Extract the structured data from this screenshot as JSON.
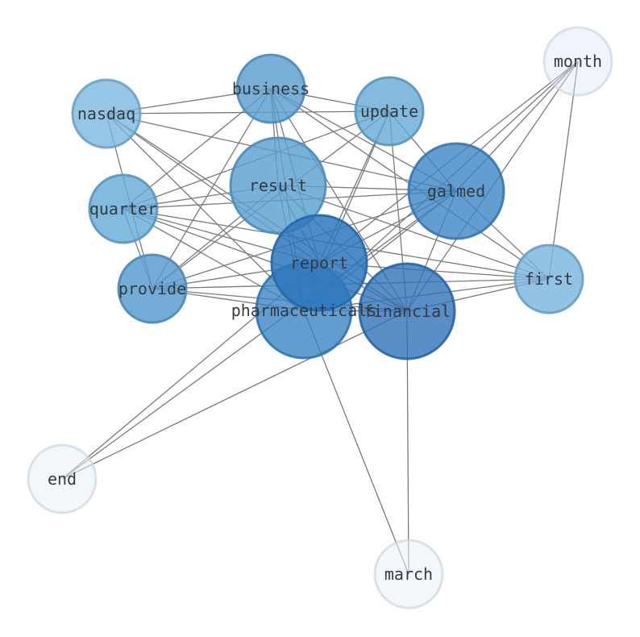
{
  "graph": {
    "nodes": [
      {
        "id": "month",
        "label": "month",
        "color": "#dce8f6",
        "opacity": 0.45
      },
      {
        "id": "business",
        "label": "business",
        "color": "#5a9fd0",
        "opacity": 0.82
      },
      {
        "id": "nasdaq",
        "label": "nasdaq",
        "color": "#7ab5de",
        "opacity": 0.78
      },
      {
        "id": "update",
        "label": "update",
        "color": "#67a9d7",
        "opacity": 0.8
      },
      {
        "id": "result",
        "label": "result",
        "color": "#5aa0d1",
        "opacity": 0.82
      },
      {
        "id": "galmed",
        "label": "galmed",
        "color": "#3d86c5",
        "opacity": 0.8
      },
      {
        "id": "quarter",
        "label": "quarter",
        "color": "#68abd8",
        "opacity": 0.82
      },
      {
        "id": "report",
        "label": "report",
        "color": "#2e77bd",
        "opacity": 0.85
      },
      {
        "id": "first",
        "label": "first",
        "color": "#7ab5de",
        "opacity": 0.82
      },
      {
        "id": "provide",
        "label": "provide",
        "color": "#5a9fd0",
        "opacity": 0.85
      },
      {
        "id": "pharmaceuticals",
        "label": "pharmaceuticals",
        "color": "#3681c3",
        "opacity": 0.78
      },
      {
        "id": "financial",
        "label": "financial",
        "color": "#2f72b8",
        "opacity": 0.8
      },
      {
        "id": "end",
        "label": "end",
        "color": "#e8f1fa",
        "opacity": 0.55
      },
      {
        "id": "march",
        "label": "march",
        "color": "#e8f1fa",
        "opacity": 0.55
      }
    ],
    "edges": [
      [
        "month",
        "galmed"
      ],
      [
        "month",
        "report"
      ],
      [
        "month",
        "financial"
      ],
      [
        "month",
        "pharmaceuticals"
      ],
      [
        "month",
        "first"
      ],
      [
        "business",
        "nasdaq"
      ],
      [
        "business",
        "update"
      ],
      [
        "business",
        "result"
      ],
      [
        "business",
        "galmed"
      ],
      [
        "business",
        "quarter"
      ],
      [
        "business",
        "report"
      ],
      [
        "business",
        "first"
      ],
      [
        "business",
        "provide"
      ],
      [
        "business",
        "pharmaceuticals"
      ],
      [
        "business",
        "financial"
      ],
      [
        "nasdaq",
        "update"
      ],
      [
        "nasdaq",
        "galmed"
      ],
      [
        "nasdaq",
        "report"
      ],
      [
        "nasdaq",
        "provide"
      ],
      [
        "nasdaq",
        "pharmaceuticals"
      ],
      [
        "nasdaq",
        "financial"
      ],
      [
        "update",
        "quarter"
      ],
      [
        "update",
        "galmed"
      ],
      [
        "update",
        "report"
      ],
      [
        "update",
        "provide"
      ],
      [
        "update",
        "pharmaceuticals"
      ],
      [
        "update",
        "financial"
      ],
      [
        "result",
        "quarter"
      ],
      [
        "result",
        "galmed"
      ],
      [
        "result",
        "report"
      ],
      [
        "result",
        "first"
      ],
      [
        "result",
        "provide"
      ],
      [
        "result",
        "pharmaceuticals"
      ],
      [
        "result",
        "financial"
      ],
      [
        "galmed",
        "quarter"
      ],
      [
        "galmed",
        "report"
      ],
      [
        "galmed",
        "provide"
      ],
      [
        "galmed",
        "pharmaceuticals"
      ],
      [
        "galmed",
        "financial"
      ],
      [
        "galmed",
        "end"
      ],
      [
        "galmed",
        "first"
      ],
      [
        "quarter",
        "report"
      ],
      [
        "quarter",
        "first"
      ],
      [
        "quarter",
        "provide"
      ],
      [
        "quarter",
        "pharmaceuticals"
      ],
      [
        "quarter",
        "financial"
      ],
      [
        "report",
        "first"
      ],
      [
        "report",
        "provide"
      ],
      [
        "report",
        "pharmaceuticals"
      ],
      [
        "report",
        "financial"
      ],
      [
        "report",
        "end"
      ],
      [
        "first",
        "provide"
      ],
      [
        "first",
        "pharmaceuticals"
      ],
      [
        "first",
        "financial"
      ],
      [
        "provide",
        "pharmaceuticals"
      ],
      [
        "provide",
        "financial"
      ],
      [
        "pharmaceuticals",
        "financial"
      ],
      [
        "pharmaceuticals",
        "march"
      ],
      [
        "financial",
        "march"
      ],
      [
        "financial",
        "end"
      ]
    ]
  }
}
